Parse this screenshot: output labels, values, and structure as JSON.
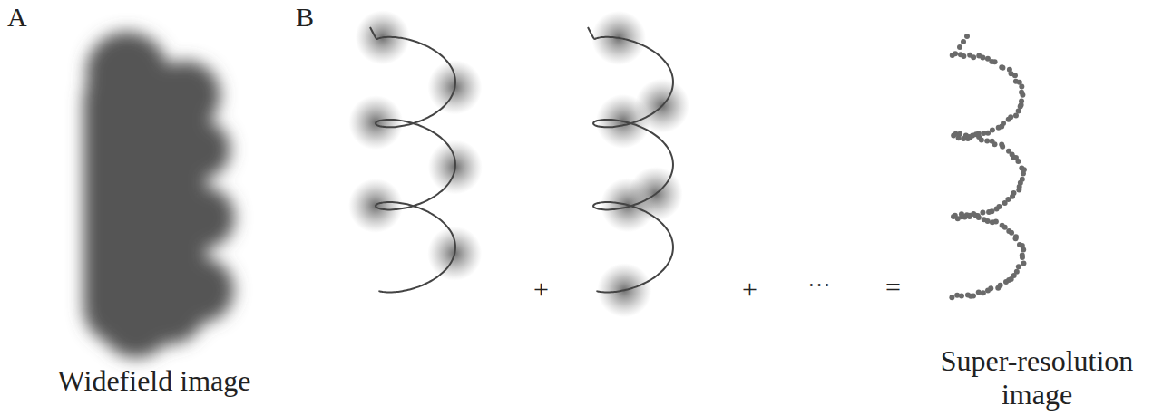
{
  "diagram": {
    "labels": [
      "A",
      "B",
      "Widefield image",
      "+",
      "+",
      "···",
      "=",
      "Super-resolution image"
    ]
  }
}
